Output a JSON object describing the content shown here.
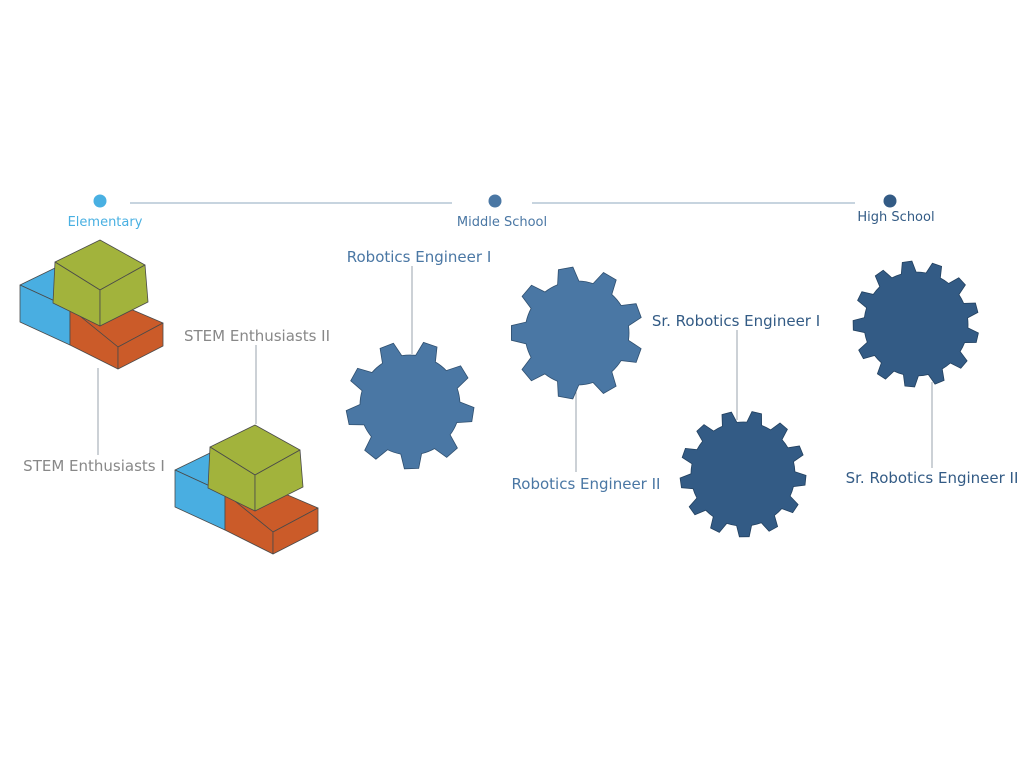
{
  "colors": {
    "elementary": "#49b0e2",
    "middle": "#4a77a4",
    "high": "#335b85",
    "timeline": "#8fa8bf",
    "grey_text": "#888888",
    "connector": "#9aa3ad",
    "block_blue": "#49aee1",
    "block_green": "#a2b33c",
    "block_orange": "#cb5b29"
  },
  "timeline": {
    "stages": [
      {
        "label": "Elementary"
      },
      {
        "label": "Middle School"
      },
      {
        "label": "High School"
      }
    ]
  },
  "courses": {
    "stem1": {
      "label": "STEM Enthusiasts I",
      "icon": "building-blocks-icon"
    },
    "stem2": {
      "label": "STEM Enthusiasts II",
      "icon": "building-blocks-icon"
    },
    "robo1": {
      "label": "Robotics Engineer I",
      "icon": "gear-icon"
    },
    "robo2": {
      "label": "Robotics Engineer II",
      "icon": "gear-icon"
    },
    "sr1": {
      "label": "Sr. Robotics Engineer I",
      "icon": "gear-icon"
    },
    "sr2": {
      "label": "Sr. Robotics Engineer II",
      "icon": "gear-icon"
    }
  }
}
